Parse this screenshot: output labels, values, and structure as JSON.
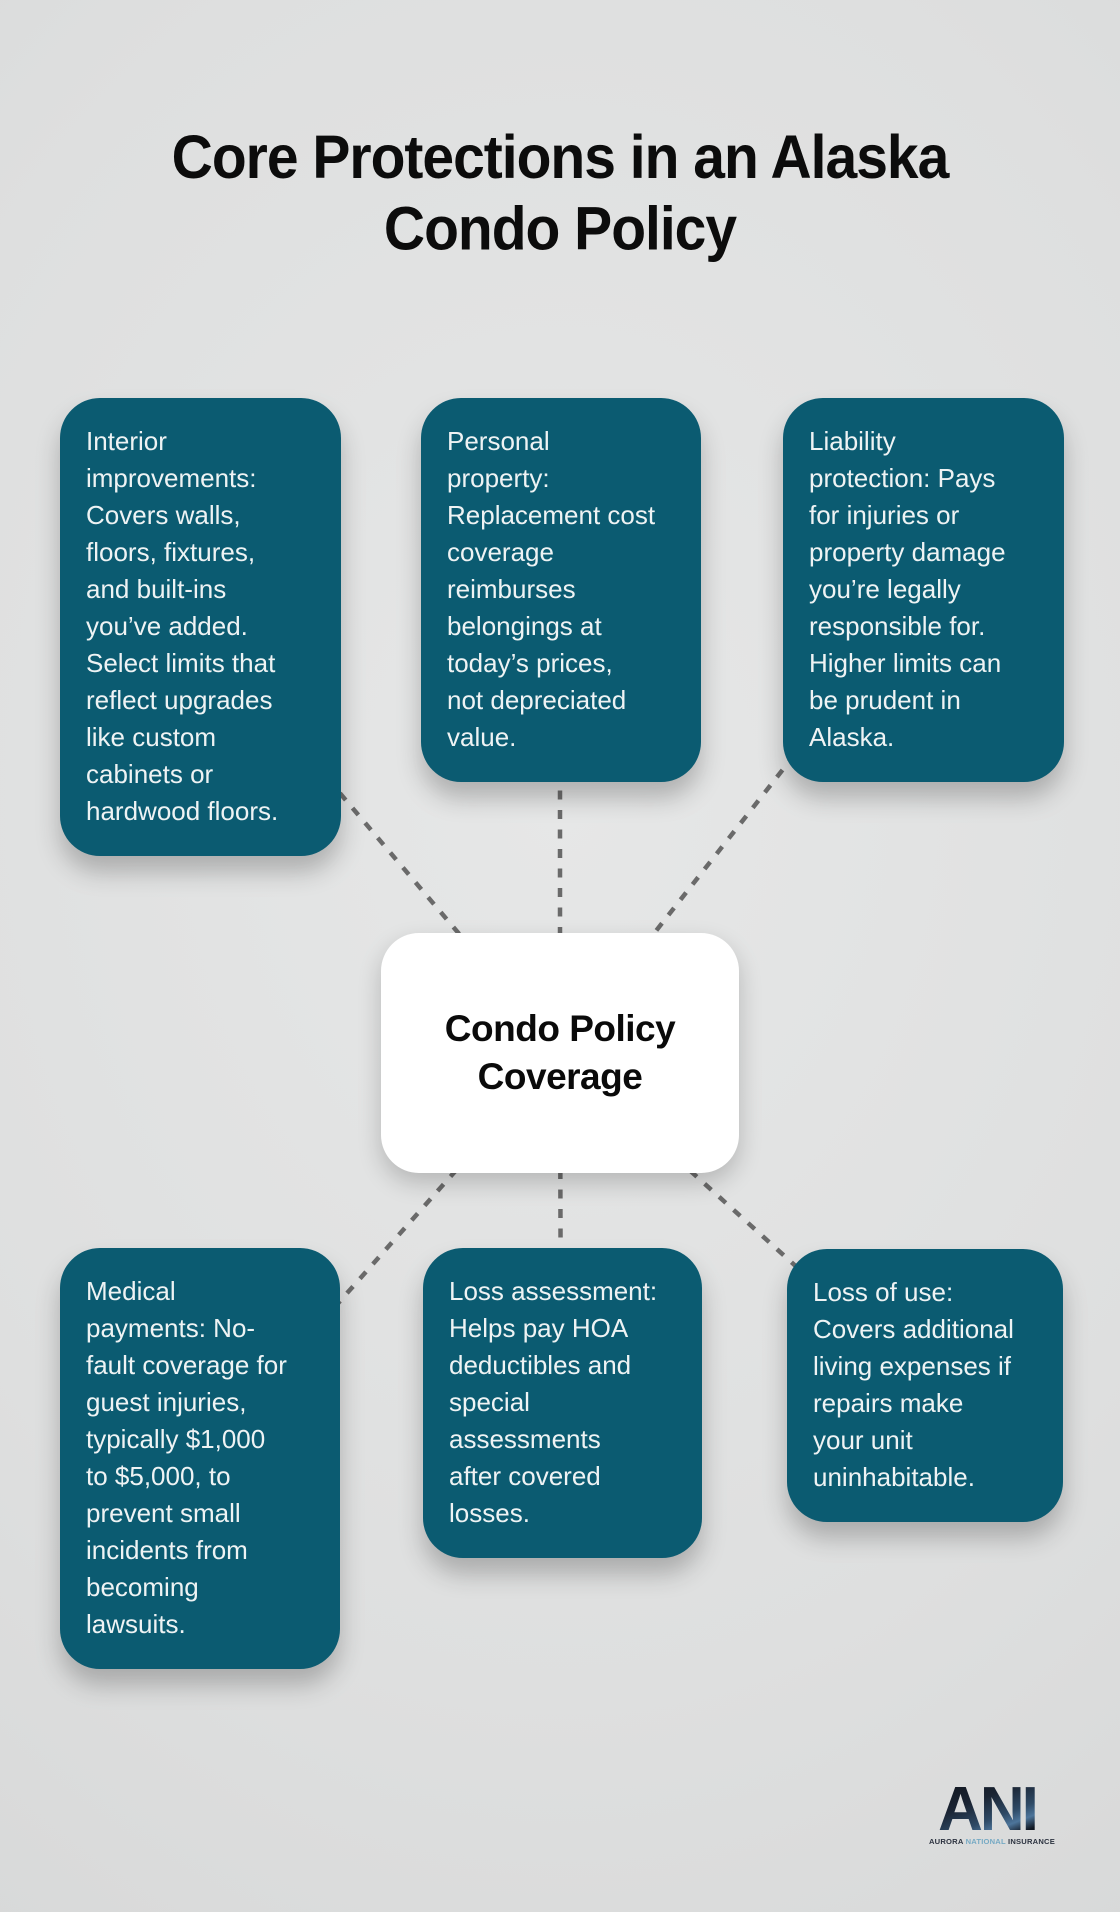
{
  "title": "Core Protections in an Alaska\nCondo Policy",
  "center_node": {
    "label": "Condo Policy\nCoverage",
    "connects_to": [
      "interior-improvements",
      "personal-property",
      "liability-protection",
      "medical-payments",
      "loss-assessment",
      "loss-of-use"
    ],
    "connector_style": "dashed"
  },
  "nodes": [
    {
      "id": "interior-improvements",
      "position": "top-left",
      "text": "Interior\nimprovements:\nCovers walls,\nfloors, fixtures,\nand built-ins\nyou’ve added.\nSelect limits that\nreflect upgrades\nlike custom\ncabinets or\nhardwood floors."
    },
    {
      "id": "personal-property",
      "position": "top-middle",
      "text": "Personal\nproperty:\nReplacement cost\ncoverage\nreimburses\nbelongings at\ntoday’s prices,\nnot depreciated\nvalue."
    },
    {
      "id": "liability-protection",
      "position": "top-right",
      "text": "Liability\nprotection: Pays\nfor injuries or\nproperty damage\nyou’re legally\nresponsible for.\nHigher limits can\nbe prudent in\nAlaska."
    },
    {
      "id": "medical-payments",
      "position": "bottom-left",
      "text": "Medical\npayments: No-\nfault coverage for\nguest injuries,\ntypically $1,000\nto $5,000, to\nprevent small\nincidents from\nbecoming\nlawsuits."
    },
    {
      "id": "loss-assessment",
      "position": "bottom-middle",
      "text": "Loss assessment:\nHelps pay HOA\ndeductibles and\nspecial\nassessments\nafter covered\nlosses."
    },
    {
      "id": "loss-of-use",
      "position": "bottom-right",
      "text": "Loss of use:\nCovers additional\nliving expenses if\nrepairs make\nyour unit\nuninhabitable."
    }
  ],
  "logo": {
    "acronym": "ANI",
    "tagline": [
      "AURORA",
      "NATIONAL",
      "INSURANCE"
    ]
  },
  "colors": {
    "background": "#dedfdf",
    "card_teal": "#0b5b71",
    "card_text": "#eef3f4",
    "center_bg": "#ffffff",
    "title_text": "#0c0c0c",
    "connector": "#6a6a6a",
    "logo_dark": "#131824",
    "logo_accent": "#76aac4"
  }
}
